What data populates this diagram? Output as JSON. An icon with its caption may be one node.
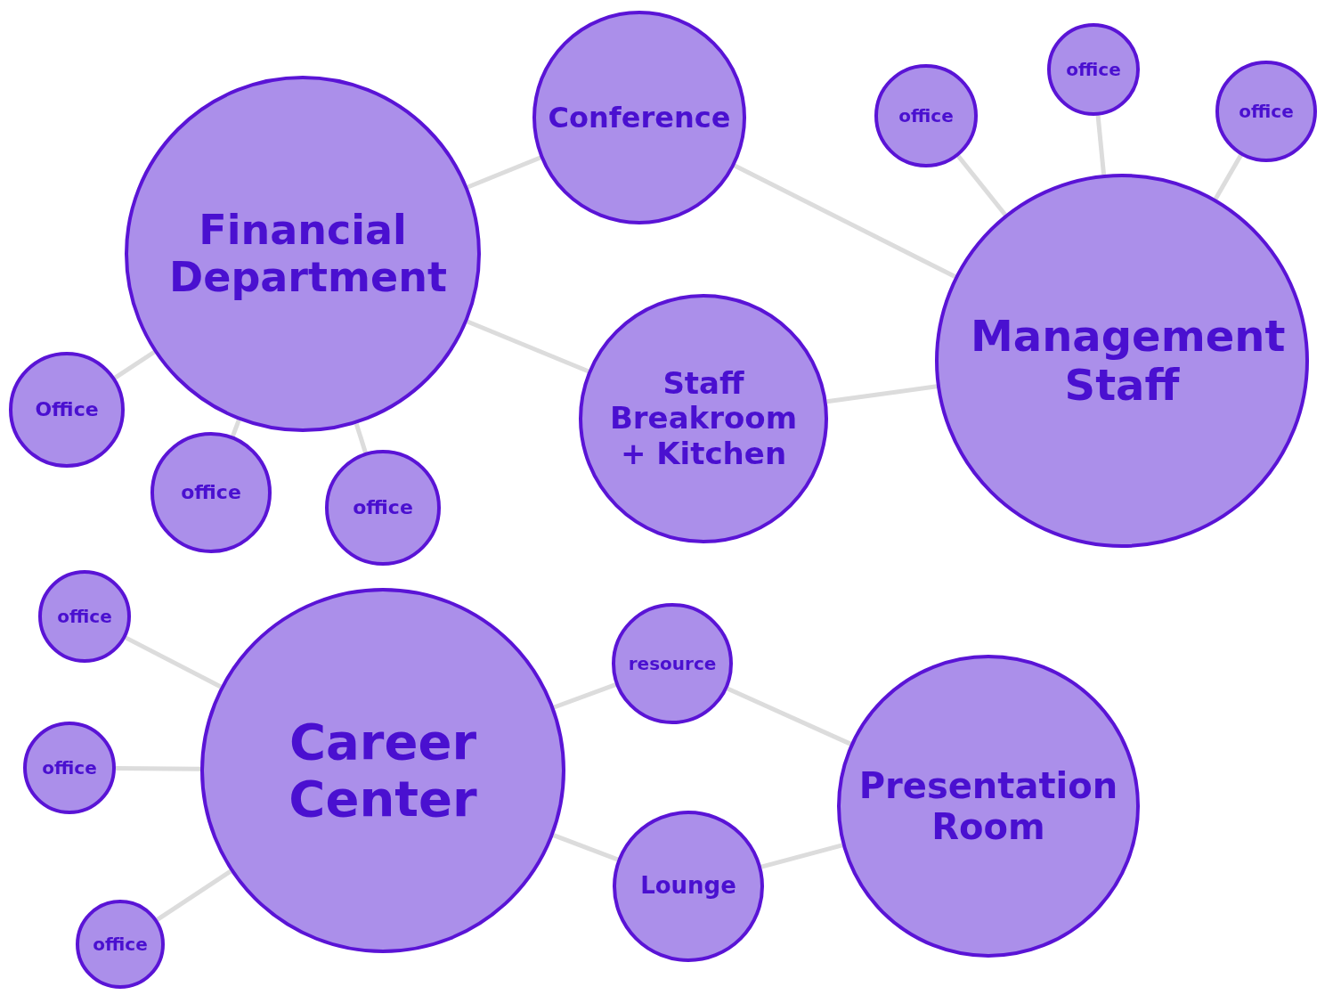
{
  "diagram": {
    "nodes": [
      {
        "text": [
          "Financial Department"
        ]
      },
      {
        "text": [
          "Conference"
        ]
      },
      {
        "text": [
          "office"
        ]
      },
      {
        "text": [
          "office"
        ]
      },
      {
        "text": [
          "office"
        ]
      },
      {
        "text": [
          "Management Staff"
        ]
      },
      {
        "text": [
          "Staff Breakroom + Kitchen"
        ]
      },
      {
        "text": [
          "Office"
        ]
      },
      {
        "text": [
          "office"
        ]
      },
      {
        "text": [
          "office"
        ]
      },
      {
        "text": [
          "office"
        ]
      },
      {
        "text": [
          "Career Center"
        ]
      },
      {
        "text": [
          "resource"
        ]
      },
      {
        "text": [
          "office"
        ]
      },
      {
        "text": [
          "Presentation Room"
        ]
      },
      {
        "text": [
          "Lounge"
        ]
      },
      {
        "text": [
          "office"
        ]
      }
    ],
    "edges": [
      {
        "from": 0,
        "to": 1,
        "arrow": "none"
      },
      {
        "from": 1,
        "to": 5,
        "arrow": "none"
      },
      {
        "from": 0,
        "to": 6,
        "arrow": "none"
      },
      {
        "from": 6,
        "to": 5,
        "arrow": "none"
      },
      {
        "from": 0,
        "to": 7,
        "arrow": "none"
      },
      {
        "from": 0,
        "to": 8,
        "arrow": "none"
      },
      {
        "from": 0,
        "to": 9,
        "arrow": "none"
      },
      {
        "from": 2,
        "to": 5,
        "arrow": "none"
      },
      {
        "from": 3,
        "to": 5,
        "arrow": "none"
      },
      {
        "from": 4,
        "to": 5,
        "arrow": "none"
      },
      {
        "from": 10,
        "to": 11,
        "arrow": "none"
      },
      {
        "from": 11,
        "to": 12,
        "arrow": "none"
      },
      {
        "from": 12,
        "to": 14,
        "arrow": "none"
      },
      {
        "from": 13,
        "to": 11,
        "arrow": "none"
      },
      {
        "from": 11,
        "to": 15,
        "arrow": "none"
      },
      {
        "from": 15,
        "to": 14,
        "arrow": "none"
      },
      {
        "from": 16,
        "to": 11,
        "arrow": "none"
      }
    ]
  }
}
